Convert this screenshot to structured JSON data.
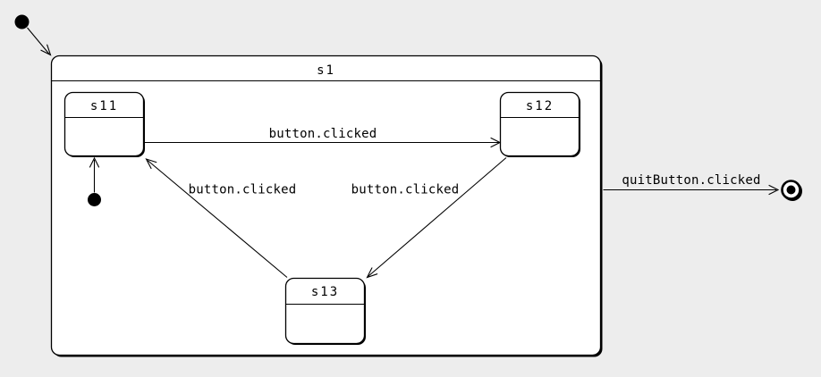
{
  "diagram": {
    "kind": "uml-statechart",
    "composite_state": {
      "label": "s1"
    },
    "states": {
      "s11": {
        "label": "s11"
      },
      "s12": {
        "label": "s12"
      },
      "s13": {
        "label": "s13"
      }
    },
    "pseudostates": {
      "initial_outer": {
        "type": "initial"
      },
      "initial_inner": {
        "type": "initial"
      },
      "final": {
        "type": "final"
      }
    },
    "transitions": {
      "initial_to_s1": {
        "from": "initial",
        "to": "s1",
        "label": ""
      },
      "initial_to_s11": {
        "from": "initial",
        "to": "s11",
        "label": ""
      },
      "s11_to_s12": {
        "from": "s11",
        "to": "s12",
        "label": "button.clicked"
      },
      "s12_to_s13": {
        "from": "s12",
        "to": "s13",
        "label": "button.clicked"
      },
      "s13_to_s11": {
        "from": "s13",
        "to": "s11",
        "label": "button.clicked"
      },
      "s1_to_final": {
        "from": "s1",
        "to": "final",
        "label": "quitButton.clicked"
      }
    },
    "colors": {
      "background": "#ededed",
      "state_fill": "#ffffff",
      "stroke": "#000000",
      "text": "#000000"
    }
  }
}
